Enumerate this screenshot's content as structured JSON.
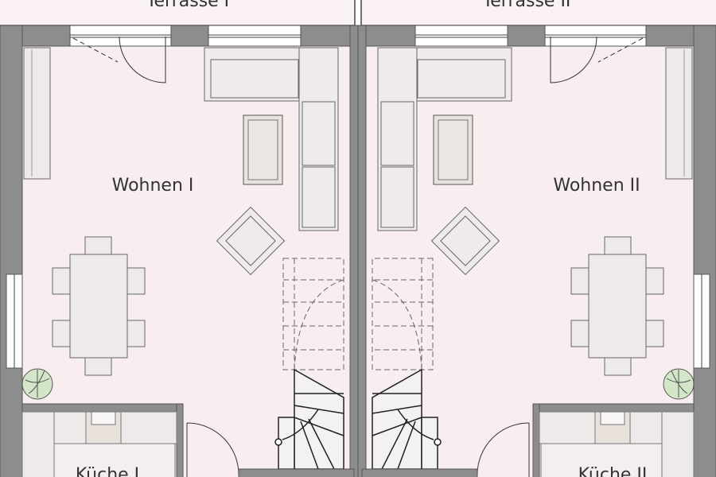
{
  "rooms": {
    "terrace_left": "Terrasse I",
    "terrace_right": "Terrasse II",
    "living_left": "Wohnen I",
    "living_right": "Wohnen II",
    "kitchen_left": "Küche I",
    "kitchen_right": "Küche II"
  },
  "colors": {
    "floor": "#f8eef0",
    "wall": "#8d8d8d",
    "furniture": "#eeeaea",
    "plant": "#cfe3c4"
  }
}
